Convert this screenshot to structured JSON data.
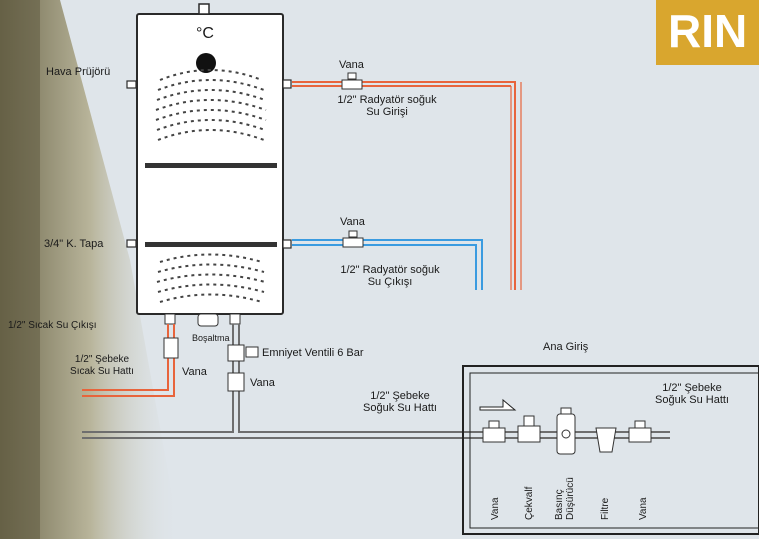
{
  "brand": {
    "text": "RIN"
  },
  "heater": {
    "unit": "°C"
  },
  "labels": {
    "hava_prujoru": "Hava Prüjörü",
    "tapa": "3/4\" K. Tapa",
    "vana_top": "Vana",
    "rad_soguk_giris": "1/2\" Radyatör soğuk",
    "rad_soguk_giris2": "Su Girişi",
    "vana_mid": "Vana",
    "rad_soguk_cikis": "1/2\" Radyatör soğuk",
    "rad_soguk_cikis2": "Su Çıkışı",
    "sicak_su_cikisi": "1/2\" Sıcak Su Çıkışı",
    "bosaltma": "Boşaltma",
    "emniyet_ventili": "Emniyet Ventili 6 Bar",
    "sebeke_sicak": "1/2\" Şebeke",
    "sebeke_sicak2": "Sıcak Su Hattı",
    "vana_left": "Vana",
    "vana_right": "Vana",
    "sebeke_soguk": "1/2\" Şebeke",
    "sebeke_soguk2": "Soğuk Su Hattı",
    "ana_giris": "Ana Giriş",
    "sebeke_soguk_box": "1/2\" Şebeke",
    "sebeke_soguk_box2": "Soğuk Su Hattı",
    "comp_vana1": "Vana",
    "comp_cekvalf": "Çekvalf",
    "comp_basinc": "Basınç",
    "comp_dusurucu": "Düşürücü",
    "comp_filtre": "Filtre",
    "comp_vana2": "Vana"
  },
  "colors": {
    "hot_pipe": "#e8643c",
    "cold_pipe": "#3a9be0",
    "mains_pipe": "#6e6e6e",
    "brand": "#d9a62e"
  }
}
